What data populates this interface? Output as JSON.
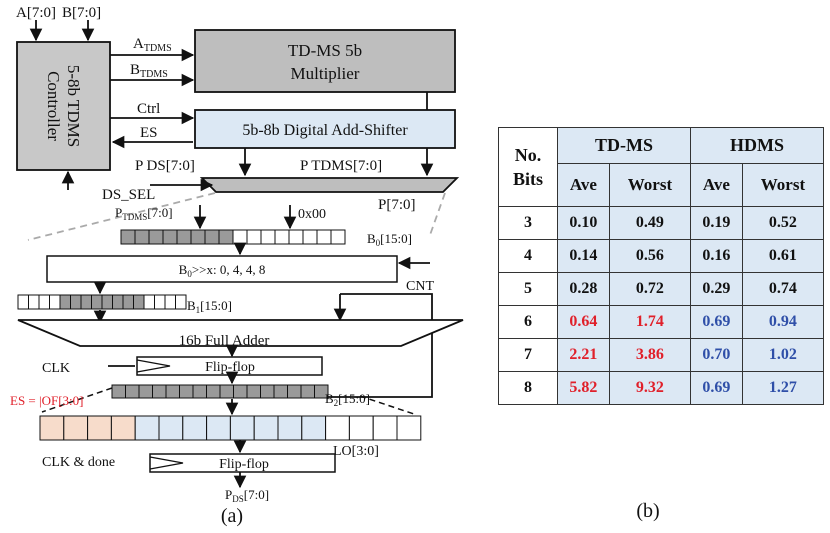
{
  "diagram": {
    "inputs": {
      "a": "A[7:0]",
      "b": "B[7:0]"
    },
    "controller": {
      "line1": "5-8b TDMS",
      "line2": "Controller"
    },
    "signals": {
      "a_tdms_main": "A",
      "a_tdms_sub": "TDMS",
      "b_tdms_main": "B",
      "b_tdms_sub": "TDMS",
      "ctrl": "Ctrl",
      "es": "ES"
    },
    "multiplier": {
      "line1": "TD-MS 5b",
      "line2": "Multiplier"
    },
    "add_shifter": "5b-8b Digital Add-Shifter",
    "p_ds": "P DS[7:0]",
    "p_tdms": "P TDMS[7:0]",
    "ds_sel": "DS_SEL",
    "p_out": "P[7:0]",
    "p_tdms_small_main": "P",
    "p_tdms_small_sub": "TDMS",
    "p_tdms_small_rest": "[7:0]",
    "hex_zero": "0x00",
    "b0_main": "B",
    "b0_sub": "0",
    "b0_rest": "[15:0]",
    "shift_main": "B",
    "shift_sub": "0",
    "shift_rest": ">>x: 0, 4, 4, 8",
    "cnt": "CNT",
    "b1_main": "B",
    "b1_sub": "1",
    "b1_rest": "[15:0]",
    "adder": "16b Full Adder",
    "clk": "CLK",
    "flipflop1": "Flip-flop",
    "es_eq": "ES = |OF[3:0]",
    "b2_main": "B",
    "b2_sub": "2",
    "b2_rest": "[15:0]",
    "lo": "LO[3:0]",
    "clk_done": "CLK & done",
    "flipflop2": "Flip-flop",
    "pds_out_main": "P",
    "pds_out_sub": "DS",
    "pds_out_rest": "[7:0]",
    "caption": "(a)",
    "colors": {
      "controller_fill": "#c8c8c8",
      "multiplier_fill": "#bebebe",
      "shifter_fill": "#dce8f4",
      "register_gray": "#9a9a9a",
      "register_blue": "#dce8f4",
      "register_orange": "#f7dccb",
      "es_text": "#e0202a"
    }
  },
  "table": {
    "col_nobits": "No. Bits",
    "group_tdms": "TD-MS",
    "group_hdms": "HDMS",
    "sub_headers": [
      "Ave",
      "Worst",
      "Ave",
      "Worst"
    ],
    "rows": [
      {
        "bits": "3",
        "tdms_ave": "0.10",
        "tdms_worst": "0.49",
        "hdms_ave": "0.19",
        "hdms_worst": "0.52",
        "highlight": false
      },
      {
        "bits": "4",
        "tdms_ave": "0.14",
        "tdms_worst": "0.56",
        "hdms_ave": "0.16",
        "hdms_worst": "0.61",
        "highlight": false
      },
      {
        "bits": "5",
        "tdms_ave": "0.28",
        "tdms_worst": "0.72",
        "hdms_ave": "0.29",
        "hdms_worst": "0.74",
        "highlight": false
      },
      {
        "bits": "6",
        "tdms_ave": "0.64",
        "tdms_worst": "1.74",
        "hdms_ave": "0.69",
        "hdms_worst": "0.94",
        "highlight": true
      },
      {
        "bits": "7",
        "tdms_ave": "2.21",
        "tdms_worst": "3.86",
        "hdms_ave": "0.70",
        "hdms_worst": "1.02",
        "highlight": true
      },
      {
        "bits": "8",
        "tdms_ave": "5.82",
        "tdms_worst": "9.32",
        "hdms_ave": "0.69",
        "hdms_worst": "1.27",
        "highlight": true
      }
    ],
    "colors": {
      "header_fill": "#dce8f4",
      "tdms_highlight": "#e0202a",
      "hdms_highlight": "#2f4fa8"
    },
    "caption": "(b)"
  }
}
